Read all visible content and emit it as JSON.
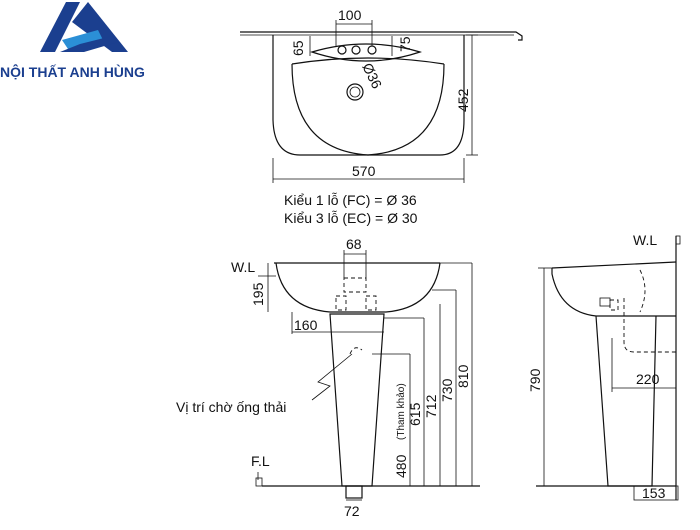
{
  "logo": {
    "brand": "NỘI THẤT ANH HÙNG",
    "colors": {
      "primary": "#1b3f8f",
      "accent": "#2b8fd6"
    }
  },
  "top_view": {
    "dims": {
      "hole_spacing": "100",
      "left_offset": "65",
      "right_offset": "75",
      "hole_diameter": "Ø36",
      "depth": "452",
      "width": "570"
    }
  },
  "notes": {
    "line1": "Kiểu 1 lỗ (FC) = Ø 36",
    "line2": "Kiểu 3 lỗ (EC) = Ø 30"
  },
  "front_view": {
    "labels": {
      "wl": "W.L",
      "fl": "F.L",
      "drain": "Vị trí chờ ống thải",
      "ref": "(Tham khảo)"
    },
    "dims": {
      "top_width": "68",
      "bowl_height": "195",
      "inner_width": "160",
      "d480": "480",
      "d615": "615",
      "d712": "712",
      "d730": "730",
      "d810": "810",
      "base_width": "72"
    }
  },
  "side_view": {
    "labels": {
      "wl": "W.L"
    },
    "dims": {
      "height": "790",
      "drain_offset": "220",
      "base": "153"
    }
  }
}
